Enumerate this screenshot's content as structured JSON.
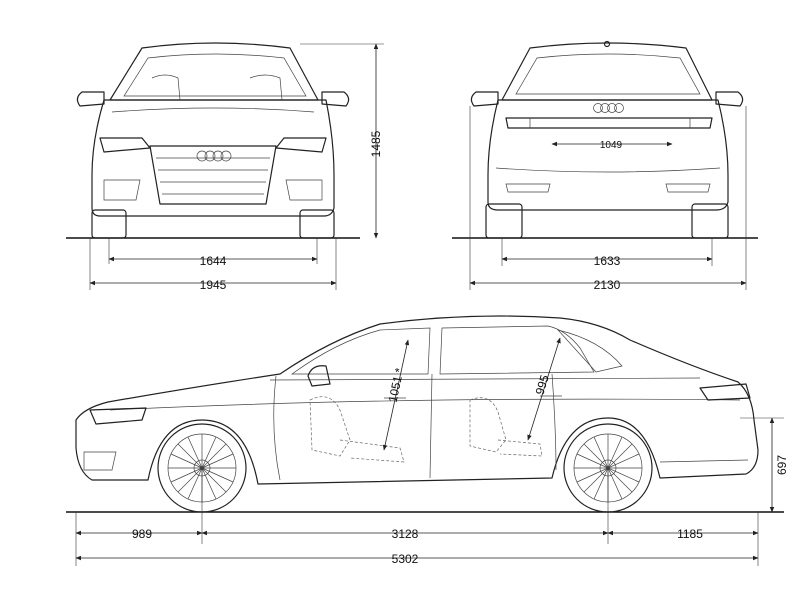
{
  "front_view": {
    "height": "1485",
    "track_width": "1644",
    "body_width": "1945"
  },
  "rear_view": {
    "badge_width": "1049",
    "track_width": "1633",
    "mirror_width": "2130"
  },
  "side_view": {
    "front_headroom": "1051 *",
    "rear_headroom": "995",
    "front_overhang": "989",
    "wheelbase": "3128",
    "rear_overhang": "1185",
    "total_length": "5302",
    "load_height": "697"
  }
}
